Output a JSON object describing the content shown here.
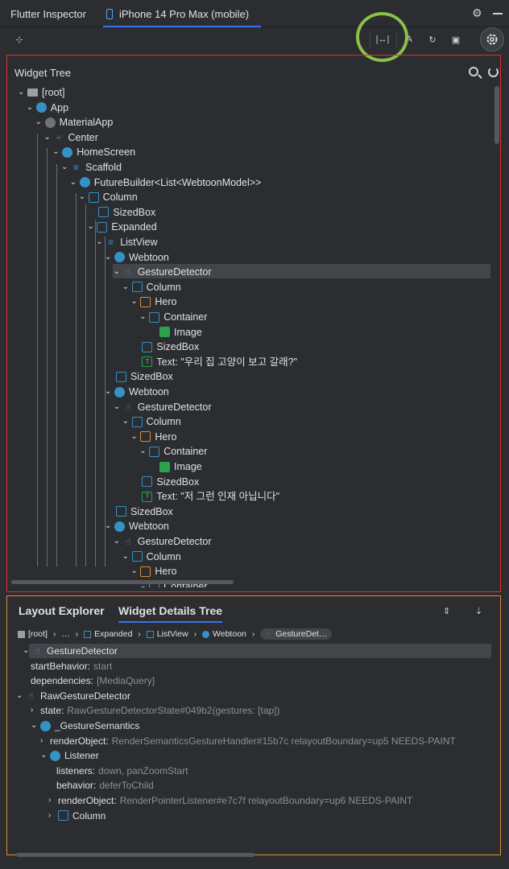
{
  "tabs": {
    "inspector": "Flutter Inspector",
    "device": "iPhone 14 Pro Max (mobile)"
  },
  "toolbar": {
    "layout_label": "A"
  },
  "widget_tree": {
    "title": "Widget Tree",
    "rows": [
      {
        "label": "[root]"
      },
      {
        "label": "App"
      },
      {
        "label": "MaterialApp"
      },
      {
        "label": "Center"
      },
      {
        "label": "HomeScreen"
      },
      {
        "label": "Scaffold"
      },
      {
        "label": "FutureBuilder<List<WebtoonModel>>"
      },
      {
        "label": "Column"
      },
      {
        "label": "SizedBox"
      },
      {
        "label": "Expanded"
      },
      {
        "label": "ListView"
      },
      {
        "label": "Webtoon"
      },
      {
        "label": "GestureDetector"
      },
      {
        "label": "Column"
      },
      {
        "label": "Hero"
      },
      {
        "label": "Container"
      },
      {
        "label": "Image"
      },
      {
        "label": "SizedBox"
      },
      {
        "label": "Text: \"우리 집 고양이 보고 갈래?\""
      },
      {
        "label": "SizedBox"
      },
      {
        "label": "Webtoon"
      },
      {
        "label": "GestureDetector"
      },
      {
        "label": "Column"
      },
      {
        "label": "Hero"
      },
      {
        "label": "Container"
      },
      {
        "label": "Image"
      },
      {
        "label": "SizedBox"
      },
      {
        "label": "Text: \"저 그런 인재 아닙니다\""
      },
      {
        "label": "SizedBox"
      },
      {
        "label": "Webtoon"
      },
      {
        "label": "GestureDetector"
      },
      {
        "label": "Column"
      },
      {
        "label": "Hero"
      },
      {
        "label": "Container"
      }
    ]
  },
  "bottom": {
    "tab_layout": "Layout Explorer",
    "tab_details": "Widget Details Tree",
    "crumbs": [
      "[root]",
      "…",
      "Expanded",
      "ListView",
      "Webtoon",
      "GestureDet…"
    ],
    "details": [
      {
        "key": "GestureDetector",
        "val": ""
      },
      {
        "key": "startBehavior:",
        "val": "start"
      },
      {
        "key": "dependencies:",
        "val": "[MediaQuery]"
      },
      {
        "key": "RawGestureDetector",
        "val": ""
      },
      {
        "key": "state:",
        "val": "RawGestureDetectorState#049b2(gestures: [tap])"
      },
      {
        "key": "_GestureSemantics",
        "val": ""
      },
      {
        "key": "renderObject:",
        "val": "RenderSemanticsGestureHandler#15b7c relayoutBoundary=up5 NEEDS-PAINT"
      },
      {
        "key": "Listener",
        "val": ""
      },
      {
        "key": "listeners:",
        "val": "down, panZoomStart"
      },
      {
        "key": "behavior:",
        "val": "deferToChild"
      },
      {
        "key": "renderObject:",
        "val": "RenderPointerListener#e7c7f relayoutBoundary=up6 NEEDS-PAINT"
      },
      {
        "key": "Column",
        "val": ""
      }
    ]
  }
}
